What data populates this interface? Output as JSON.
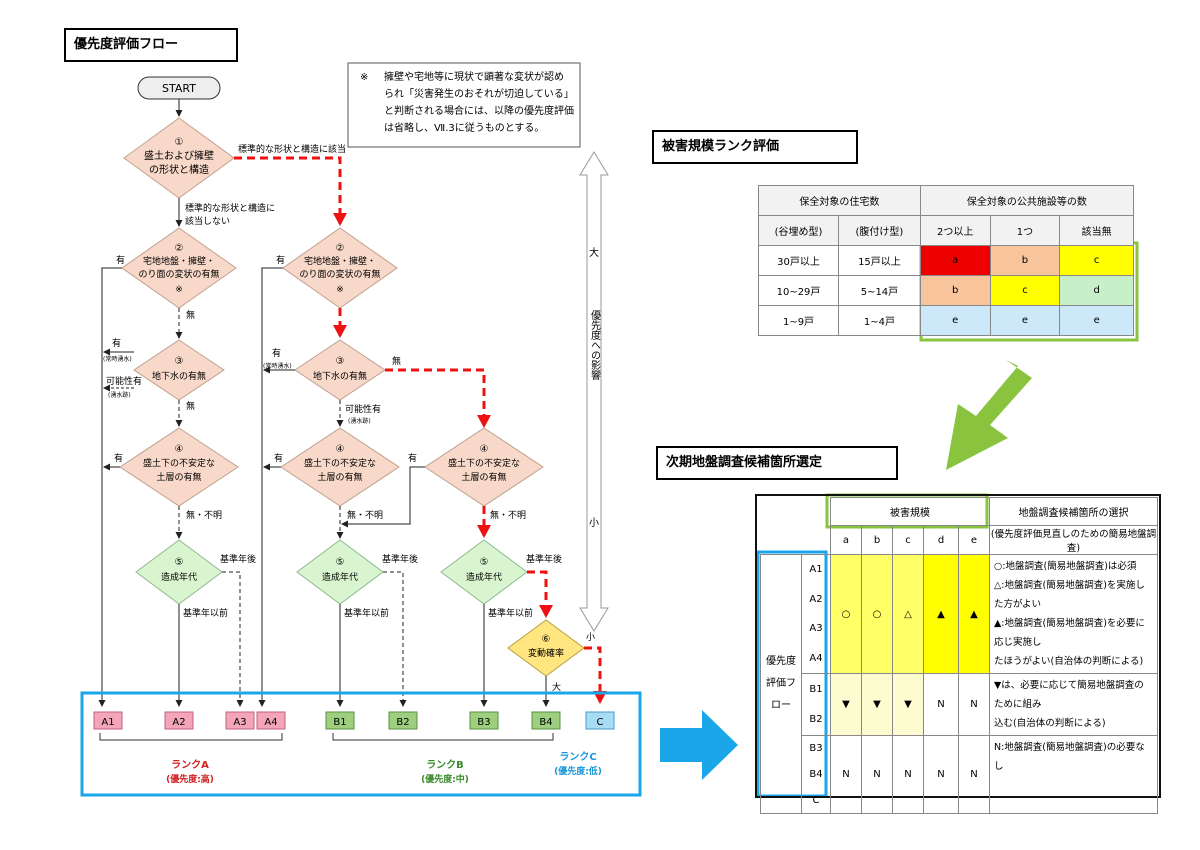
{
  "titles": {
    "flow": "優先度評価フロー",
    "rank": "被害規模ランク評価",
    "select": "次期地盤調査候補箇所選定"
  },
  "note": {
    "mark": "※",
    "lines": [
      "擁壁や宅地等に現状で顕著な変状が認め",
      "られ「災害発生のおそれが切迫している」",
      "と判断される場合には、以降の優先度評価",
      "は省略し、Ⅶ.3に従うものとする。"
    ]
  },
  "flow": {
    "start": "START",
    "q1": {
      "num": "①",
      "line1": "盛土および擁壁",
      "line2": "の形状と構造"
    },
    "q2": {
      "num": "②",
      "line1": "宅地地盤・擁壁・",
      "line2": "のり面の変状の有無",
      "mark": "※"
    },
    "q3": {
      "num": "③",
      "line1": "地下水の有無"
    },
    "q4": {
      "num": "④",
      "line1": "盛土下の不安定な",
      "line2": "土層の有無"
    },
    "q5": {
      "num": "⑤",
      "line1": "造成年代"
    },
    "q6": {
      "num": "⑥",
      "line1": "変動確率"
    },
    "labels": {
      "standard": "標準的な形状と構造に該当",
      "nonstandard1": "標準的な形状と構造に",
      "nonstandard2": "該当しない",
      "yes": "有",
      "no": "無",
      "yes_constant": "(常時湧水)",
      "possible": "可能性有",
      "spring_trace": "(湧水跡)",
      "no_unknown": "無・不明",
      "after_std": "基準年後",
      "before_std": "基準年以前",
      "small": "小",
      "large": "大"
    },
    "impact": {
      "big": "大",
      "label": "優先度への影響",
      "small": "小"
    },
    "boxes": [
      "A1",
      "A2",
      "A3",
      "A4",
      "B1",
      "B2",
      "B3",
      "B4",
      "C"
    ],
    "ranks": {
      "a_name": "ランクA",
      "a_pri": "(優先度:高)",
      "b_name": "ランクB",
      "b_pri": "(優先度:中)",
      "c_name": "ランクC",
      "c_pri": "(優先度:低)"
    }
  },
  "rank_table": {
    "h_houses": "保全対象の住宅数",
    "h_public": "保全対象の公共施設等の数",
    "col_valley": "(谷埋め型)",
    "col_side": "(腹付け型)",
    "col_two": "2つ以上",
    "col_one": "1つ",
    "col_none": "該当無",
    "rows": [
      {
        "valley": "30戸以上",
        "side": "15戸以上",
        "v": [
          "a",
          "b",
          "c"
        ]
      },
      {
        "valley": "10~29戸",
        "side": "5~14戸",
        "v": [
          "b",
          "c",
          "d"
        ]
      },
      {
        "valley": "1~9戸",
        "side": "1~4戸",
        "v": [
          "e",
          "e",
          "e"
        ]
      }
    ]
  },
  "select_table": {
    "h_scale": "被害規模",
    "h_choice": "地盤調査候補箇所の選択",
    "h_choice_sub": "(優先度評価見直しのための簡易地盤調査)",
    "cols": [
      "a",
      "b",
      "c",
      "d",
      "e"
    ],
    "row_label": [
      "優先度",
      "評価フ",
      "ロー"
    ],
    "group1": {
      "ranks": [
        "A1",
        "A2",
        "A3",
        "A4"
      ],
      "v": [
        "○",
        "○",
        "△",
        "▲",
        "▲"
      ],
      "notes": [
        "○:地盤調査(簡易地盤調査)は必須",
        "△:地盤調査(簡易地盤調査)を実施した方がよい",
        "▲:地盤調査(簡易地盤調査)を必要に応じ実施し",
        "たほうがよい(自治体の判断による)"
      ]
    },
    "group2": {
      "ranks": [
        "B1",
        "B2"
      ],
      "v": [
        "▼",
        "▼",
        "▼",
        "N",
        "N"
      ],
      "notes": [
        "▼は、必要に応じて簡易地盤調査のために組み",
        "込む(自治体の判断による)"
      ]
    },
    "group3": {
      "ranks": [
        "B3",
        "B4",
        "C"
      ],
      "v": [
        "N",
        "N",
        "N",
        "N",
        "N"
      ],
      "notes": [
        "N:地盤調査(簡易地盤調査)の必要なし"
      ]
    }
  },
  "colors": {
    "red_path": "#ee1111",
    "blue_frame": "#1aa6e8",
    "green_frame": "#8ac43f",
    "diamond_pink": "#f8d8c8",
    "diamond_green": "#d8f5d0",
    "box_a": "#f4a6b8",
    "box_b": "#9dcf7e",
    "box_c": "#a8dcf4"
  }
}
